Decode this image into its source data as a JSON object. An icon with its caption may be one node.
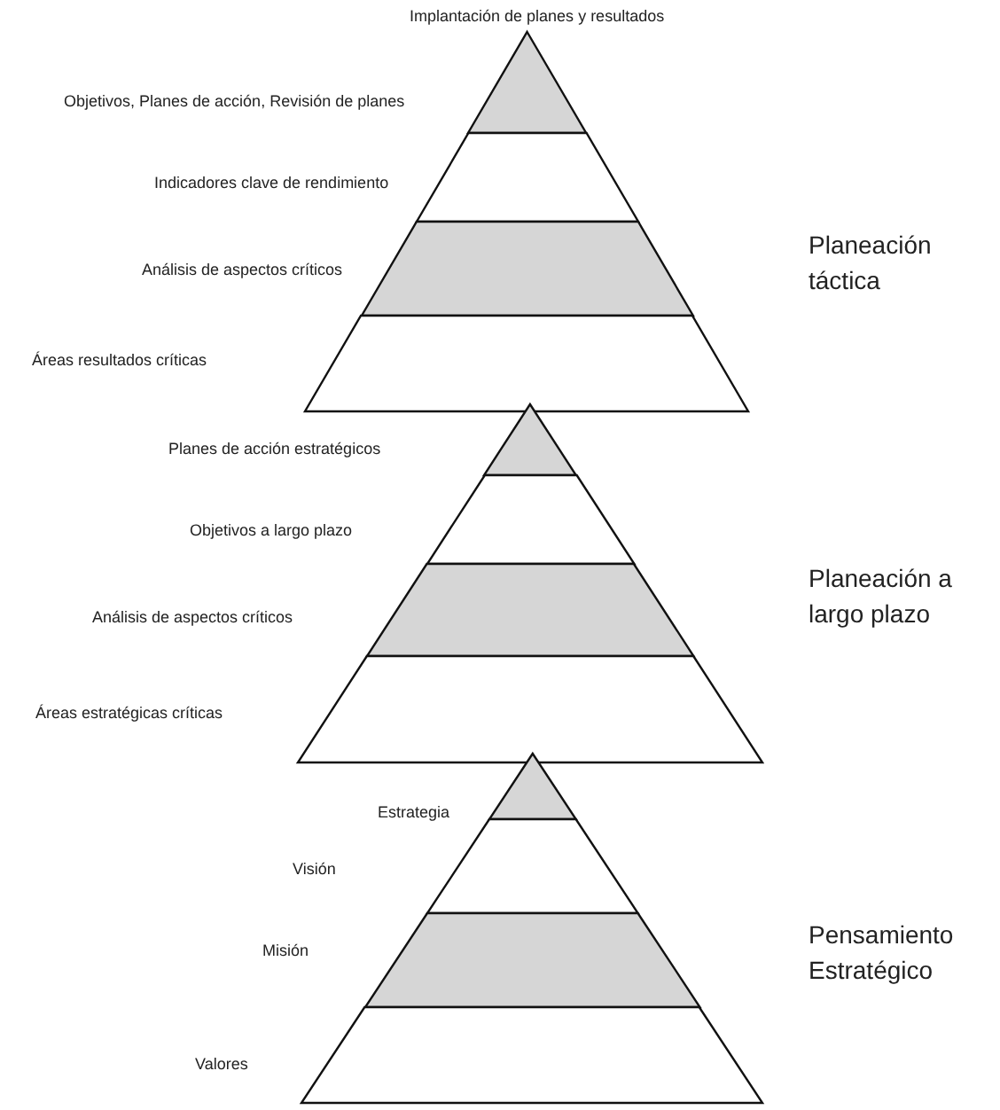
{
  "diagram": {
    "nodes": [
      {
        "text": [
          "Planeación táctica"
        ]
      },
      {
        "text": [],
        "shape": "triangle",
        "in": 0
      },
      {
        "text": [],
        "shape": "trapezoid",
        "in": 0
      },
      {
        "text": [],
        "shape": "trapezoid",
        "in": 0
      },
      {
        "text": [],
        "shape": "trapezoid",
        "in": 0
      },
      {
        "text": [
          "Planeación a largo plazo"
        ]
      },
      {
        "text": [],
        "shape": "triangle",
        "in": 5
      },
      {
        "text": [],
        "shape": "trapezoid",
        "in": 5
      },
      {
        "text": [],
        "shape": "trapezoid",
        "in": 5
      },
      {
        "text": [],
        "shape": "trapezoid",
        "in": 5
      },
      {
        "text": [
          "Pensamiento Estratégico"
        ]
      },
      {
        "text": [],
        "shape": "triangle",
        "in": 10
      },
      {
        "text": [],
        "shape": "trapezoid",
        "in": 10
      },
      {
        "text": [],
        "shape": "trapezoid",
        "in": 10
      },
      {
        "text": [],
        "shape": "trapezoid",
        "in": 10
      }
    ],
    "labels": [
      "Implantación de planes y resultados",
      "Objetivos, Planes de acción, Revisión de planes",
      "Indicadores clave de rendimiento",
      "Análisis de aspectos críticos",
      "Áreas resultados críticas",
      "Planes de acción estratégicos",
      "Objetivos a largo plazo",
      "Análisis de aspectos críticos",
      "Áreas estratégicas críticas",
      "Estrategia",
      "Visión",
      "Misión",
      "Valores"
    ]
  }
}
